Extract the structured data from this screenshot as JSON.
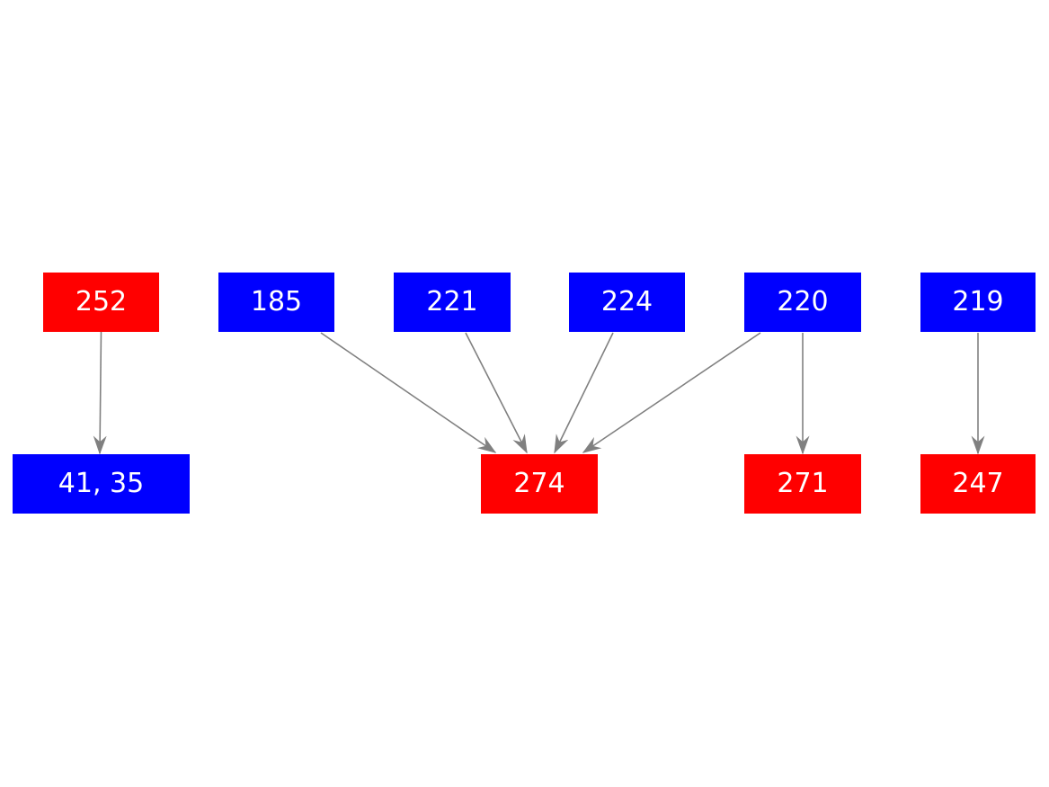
{
  "diagram": {
    "type": "graph",
    "background": "#ffffff",
    "colors": {
      "red_node": "#ff0000",
      "blue_node": "#0000ff",
      "edge": "#808080",
      "label_text": "#ffffff"
    },
    "nodes": [
      {
        "id": "252",
        "label": "252",
        "color": "red",
        "row": "top"
      },
      {
        "id": "185",
        "label": "185",
        "color": "blue",
        "row": "top"
      },
      {
        "id": "221",
        "label": "221",
        "color": "blue",
        "row": "top"
      },
      {
        "id": "224",
        "label": "224",
        "color": "blue",
        "row": "top"
      },
      {
        "id": "220",
        "label": "220",
        "color": "blue",
        "row": "top"
      },
      {
        "id": "219",
        "label": "219",
        "color": "blue",
        "row": "top"
      },
      {
        "id": "41,35",
        "label": "41, 35",
        "color": "blue",
        "row": "bottom"
      },
      {
        "id": "274",
        "label": "274",
        "color": "red",
        "row": "bottom"
      },
      {
        "id": "271",
        "label": "271",
        "color": "red",
        "row": "bottom"
      },
      {
        "id": "247",
        "label": "247",
        "color": "red",
        "row": "bottom"
      }
    ],
    "edges": [
      {
        "from": "252",
        "to": "41,35"
      },
      {
        "from": "185",
        "to": "274"
      },
      {
        "from": "221",
        "to": "274"
      },
      {
        "from": "224",
        "to": "274"
      },
      {
        "from": "220",
        "to": "274"
      },
      {
        "from": "220",
        "to": "271"
      },
      {
        "from": "219",
        "to": "247"
      }
    ]
  }
}
